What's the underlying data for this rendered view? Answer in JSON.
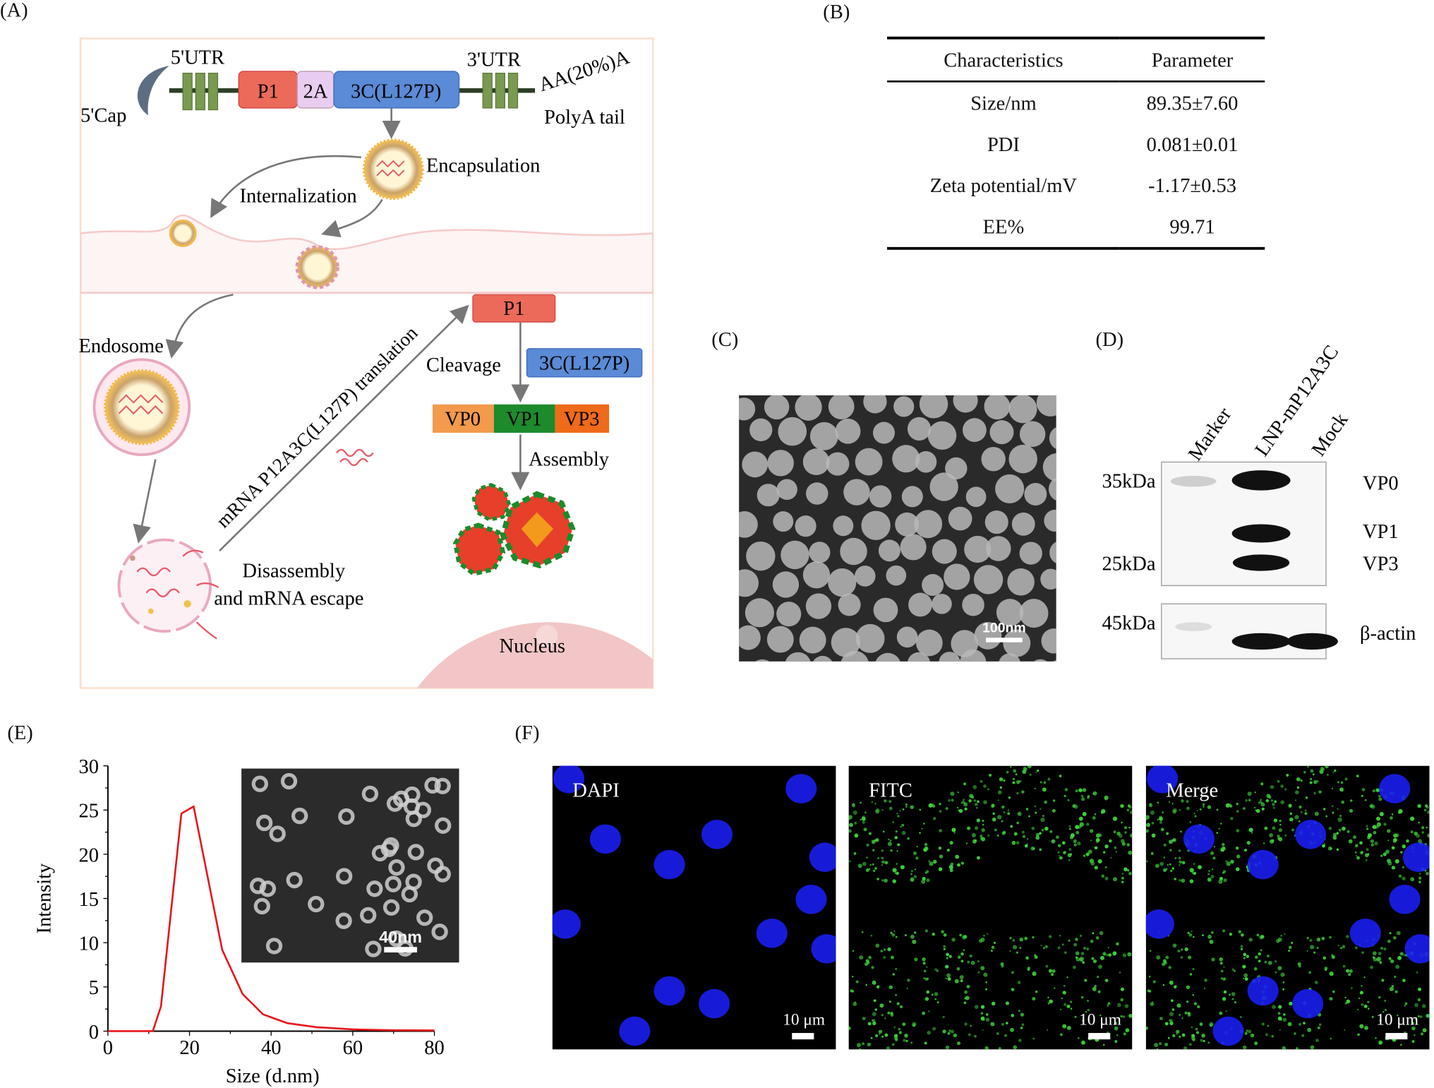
{
  "panels": {
    "a": "(A)",
    "b": "(B)",
    "c": "(C)",
    "d": "(D)",
    "e": "(E)",
    "f": "(F)"
  },
  "diagram": {
    "utr5": "5'UTR",
    "cap5": "5'Cap",
    "p1": "P1",
    "a2": "2A",
    "c3": "3C(L127P)",
    "utr3": "3'UTR",
    "polya_seq": "AA(20%)A",
    "polya": "PolyA tail",
    "encapsulation": "Encapsulation",
    "internalization": "Internalization",
    "endosome": "Endosome",
    "translation": "mRNA P12A3C(L127P) translation",
    "p1_protein": "P1",
    "cleavage": "Cleavage",
    "c3_protein": "3C(L127P)",
    "vp0": "VP0",
    "vp1": "VP1",
    "vp3": "VP3",
    "assembly": "Assembly",
    "disassembly_1": "Disassembly",
    "disassembly_2": "and mRNA escape",
    "nucleus": "Nucleus",
    "colors": {
      "p1": "#ec6a5a",
      "a2": "#e9cdf0",
      "c3": "#5b8ad6",
      "utr": "#7a9a52",
      "vp0": "#f39a4c",
      "vp1": "#1d8a2c",
      "vp3": "#ef6a1a"
    }
  },
  "table": {
    "headers": [
      "Characteristics",
      "Parameter"
    ],
    "rows": [
      [
        "Size/nm",
        "89.35±7.60"
      ],
      [
        "PDI",
        "0.081±0.01"
      ],
      [
        "Zeta potential/mV",
        "-1.17±0.53"
      ],
      [
        "EE%",
        "99.71"
      ]
    ]
  },
  "tem_c": {
    "scale": "100nm"
  },
  "blot": {
    "lanes": [
      "Marker",
      "LNP-mP12A3C",
      "Mock"
    ],
    "markers": [
      "35kDa",
      "25kDa",
      "45kDa"
    ],
    "bands": [
      "VP0",
      "VP1",
      "VP3",
      "β-actin"
    ]
  },
  "chart_data": {
    "type": "line",
    "title": "",
    "xlabel": "Size (d.nm)",
    "ylabel": "Intensity",
    "xlim": [
      0,
      80
    ],
    "ylim": [
      0,
      30
    ],
    "xticks": [
      "0",
      "20",
      "40",
      "60",
      "80"
    ],
    "yticks": [
      "0",
      "5",
      "10",
      "15",
      "20",
      "25",
      "30"
    ],
    "series": [
      {
        "name": "Intensity",
        "color": "#e8141b",
        "x": [
          0,
          11,
          13,
          18,
          21,
          28,
          33,
          38,
          44,
          51,
          60,
          70,
          80
        ],
        "y": [
          0,
          0,
          2.8,
          24.6,
          25.4,
          9.2,
          4.2,
          1.9,
          0.9,
          0.45,
          0.2,
          0.1,
          0.08
        ]
      }
    ],
    "inset_scale": "40nm"
  },
  "fluorescence": [
    {
      "label": "DAPI",
      "scale": "10 μm"
    },
    {
      "label": "FITC",
      "scale": "10 μm"
    },
    {
      "label": "Merge",
      "scale": "10 μm"
    }
  ]
}
